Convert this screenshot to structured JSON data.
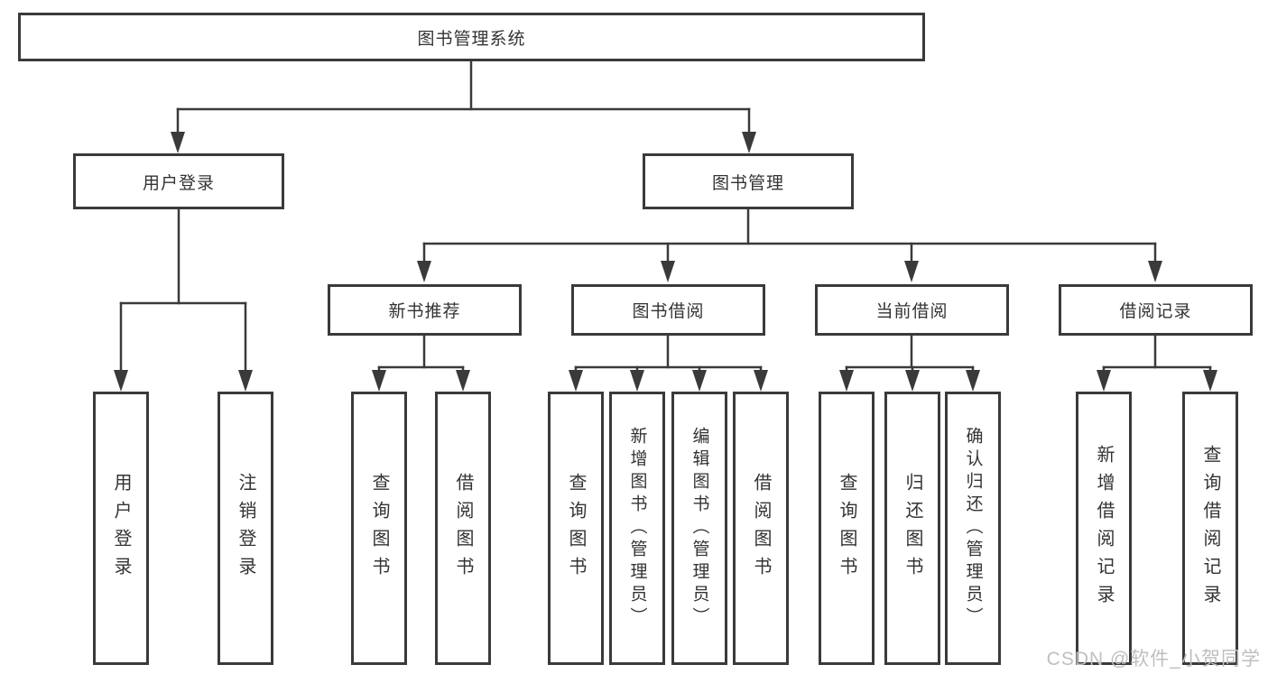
{
  "diagram": {
    "root": "图书管理系统",
    "level1": [
      "用户登录",
      "图书管理"
    ],
    "level2": [
      "新书推荐",
      "图书借阅",
      "当前借阅",
      "借阅记录"
    ],
    "leaves": {
      "user_login": [
        "用户登录",
        "注销登录"
      ],
      "new_book_recommend": [
        "查询图书",
        "借阅图书"
      ],
      "book_borrow": [
        "查询图书",
        "新增图书（管理员）",
        "编辑图书（管理员）",
        "借阅图书"
      ],
      "current_borrow": [
        "查询图书",
        "归还图书",
        "确认归还（管理员）"
      ],
      "borrow_records": [
        "新增借阅记录",
        "查询借阅记录"
      ]
    }
  },
  "watermark": "CSDN @软件_小贺同学",
  "colors": {
    "line": "#3a3a3a",
    "text": "#333333",
    "background": "#ffffff",
    "watermark": "#bfbfbf"
  }
}
